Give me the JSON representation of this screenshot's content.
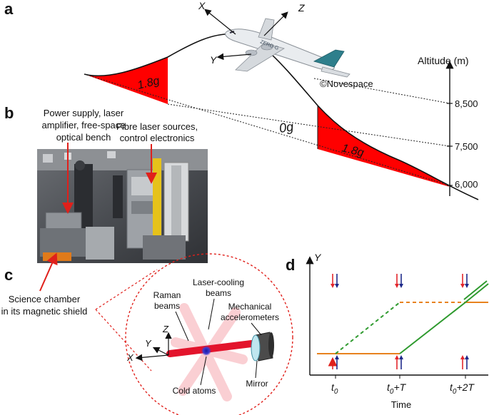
{
  "panels": {
    "a": "a",
    "b": "b",
    "c": "c",
    "d": "d"
  },
  "panel_a": {
    "axis_x": "X",
    "axis_y": "Y",
    "axis_z": "Z",
    "plane_text": "ZERO-G",
    "copyright": "©Novespace",
    "gravity_left": "1.8g",
    "gravity_mid": "0g",
    "gravity_right": "1.8g",
    "altitude_label": "Altitude (m)",
    "altitude_ticks": [
      "8,500",
      "7,500",
      "6,000"
    ],
    "colors": {
      "hypergravity_fill": "#ff0000",
      "tail": "#2e7f8c"
    }
  },
  "panel_b": {
    "left_label": [
      "Power supply, laser",
      "amplifier, free-space",
      "optical bench"
    ],
    "right_label": [
      "Fibre laser sources,",
      "control electronics"
    ],
    "bottom_label": [
      "Science chamber",
      "in its magnetic shield"
    ],
    "arrow_color": "#e0201b"
  },
  "panel_c": {
    "laser_cooling": [
      "Laser-cooling",
      "beams"
    ],
    "raman": [
      "Raman",
      "beams"
    ],
    "mech_acc": [
      "Mechanical",
      "accelerometers"
    ],
    "cold_atoms": "Cold atoms",
    "mirror": "Mirror",
    "axis_z": "Z",
    "axis_y": "Y",
    "axis_x": "X"
  },
  "panel_d": {
    "y_axis_label": "Y",
    "x_axis_label": "Time",
    "tick_t0": "t",
    "tick_t0_sub": "0",
    "tick_t1_main": "t",
    "tick_t1_sub": "0",
    "tick_t1_suffix": "+T",
    "tick_t2_main": "t",
    "tick_t2_sub": "0",
    "tick_t2_suffix": "+2T",
    "colors": {
      "orange": "#e8821e",
      "green": "#2e9a2e",
      "red": "#e3262c",
      "blue": "#1f2a8a"
    }
  }
}
